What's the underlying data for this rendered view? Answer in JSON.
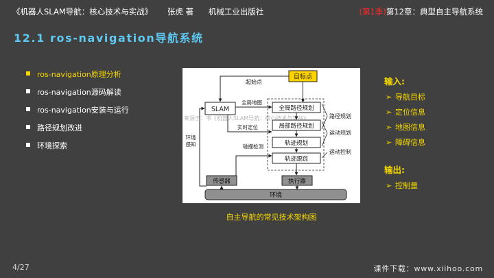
{
  "header": {
    "book_title": "《机器人SLAM导航：核心技术与实战》",
    "author": "张虎 著",
    "publisher": "机械工业出版社",
    "season": "(第1季)",
    "chapter": "第12章：典型自主导航系统"
  },
  "slide_title": "12.1 ros-navigation导航系统",
  "menu": [
    {
      "label": "ros-navigation原理分析",
      "active": true
    },
    {
      "label": "ros-navigation源码解读",
      "active": false
    },
    {
      "label": "ros-navigation安装与运行",
      "active": false
    },
    {
      "label": "路径规划改进",
      "active": false
    },
    {
      "label": "环境探索",
      "active": false
    }
  ],
  "diagram": {
    "goal": "目标点",
    "start": "起始点",
    "slam": "SLAM",
    "global_map": "全局地图",
    "realtime_loc": "实时定位",
    "collision": "碰撞检测",
    "env_sense_1": "环境",
    "env_sense_2": "感知",
    "global_plan": "全局路径规划",
    "local_plan": "局部路径规划",
    "traj_plan": "轨迹规划",
    "traj_track": "轨迹跟踪",
    "path_plan": "路径规划",
    "motion_plan": "运动规划",
    "motion_ctrl": "运动控制",
    "sensor": "传感器",
    "actuator": "执行器",
    "environment": "环境",
    "watermark": "来源于：书《机器人SLAM导航：核心技术与实战》"
  },
  "caption": "自主导航的常见技术架构图",
  "inputs_title": "输入:",
  "inputs": [
    "导航目标",
    "定位信息",
    "地图信息",
    "障碍信息"
  ],
  "outputs_title": "输出:",
  "outputs": [
    "控制量"
  ],
  "page_number": "4/27",
  "footer": "课件下载：www.xiihoo.com",
  "colors": {
    "background": "#404040",
    "title": "#5ec8f0",
    "accent": "#f5d800",
    "season": "#ff2a2a",
    "goal_box": "#ffd400"
  },
  "icons": {
    "bullet": "square-bullet",
    "list_arrow": "arrow-right-icon"
  }
}
